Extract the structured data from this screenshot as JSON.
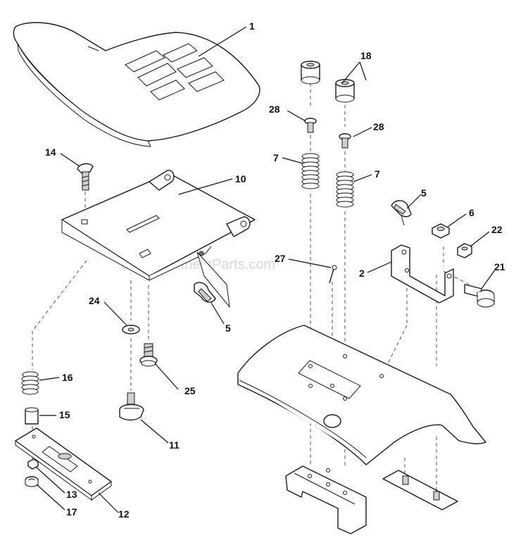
{
  "watermark": "eReplacementParts.com",
  "callouts": {
    "c1": "1",
    "c18": "18",
    "c28a": "28",
    "c28b": "28",
    "c14": "14",
    "c10": "10",
    "c7a": "7",
    "c7b": "7",
    "c5a": "5",
    "c5b": "5",
    "c6": "6",
    "c22": "22",
    "c27": "27",
    "c2": "2",
    "c21": "21",
    "c24": "24",
    "c16": "16",
    "c25": "25",
    "c15": "15",
    "c11": "11",
    "c13": "13",
    "c17": "17",
    "c12": "12"
  }
}
